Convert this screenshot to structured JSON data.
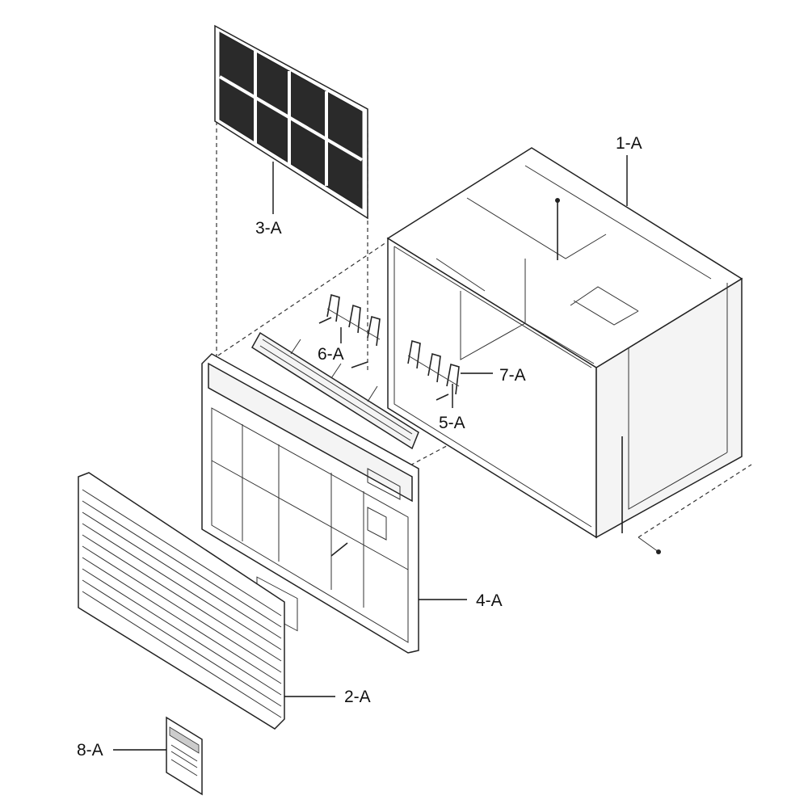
{
  "parts": [
    {
      "id": "1-A",
      "description": "cabinet"
    },
    {
      "id": "2-A",
      "description": "front grille"
    },
    {
      "id": "3-A",
      "description": "air filter"
    },
    {
      "id": "4-A",
      "description": "front panel"
    },
    {
      "id": "5-A",
      "description": "bracket"
    },
    {
      "id": "6-A",
      "description": "bracket"
    },
    {
      "id": "7-A",
      "description": "bracket"
    },
    {
      "id": "8-A",
      "description": "energy guide label"
    }
  ],
  "labels": {
    "p1": "1-A",
    "p2": "2-A",
    "p3": "3-A",
    "p4": "4-A",
    "p5": "5-A",
    "p6": "6-A",
    "p7": "7-A",
    "p8": "8-A"
  },
  "colors": {
    "line": "#222222",
    "fill": "#f4f4f4",
    "filter_mesh": "#2a2a2a"
  }
}
